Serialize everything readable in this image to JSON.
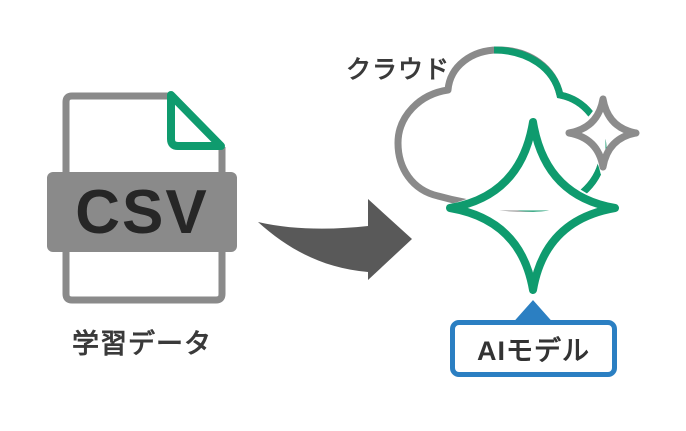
{
  "diagram": {
    "source_file": {
      "badge": "CSV",
      "caption": "学習データ"
    },
    "cloud": {
      "caption": "クラウド"
    },
    "result": {
      "caption": "AIモデル"
    }
  },
  "icons": {
    "file": "csv-file-icon",
    "fold": "folded-corner-icon",
    "arrow": "arrow-right-icon",
    "cloud": "cloud-icon",
    "sparkle_large": "sparkle-large-icon",
    "sparkle_small": "sparkle-small-icon",
    "pointer": "pointer-triangle-icon"
  },
  "colors": {
    "green": "#0f9b6e",
    "icon_gray": "#8a8a8a",
    "arrow_gray": "#595959",
    "text_dark": "#3a3a3a",
    "csv_text": "#262626",
    "blue": "#2b7fc2",
    "background": "#ffffff"
  }
}
